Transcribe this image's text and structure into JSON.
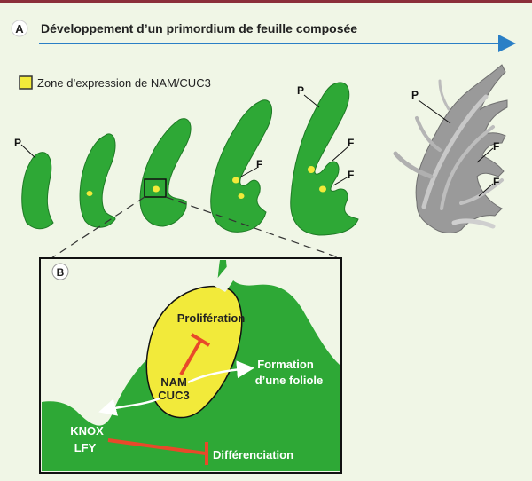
{
  "panel_a": {
    "letter": "A",
    "title": "Développement d’un primordium de feuille composée",
    "legend": "Zone d’expression de NAM/CUC3",
    "labels": {
      "p1": "P",
      "p_large": "P",
      "p_photo": "P",
      "f1": "F",
      "f2": "F",
      "f3": "F",
      "f_photo1": "F",
      "f_photo2": "F"
    }
  },
  "panel_b": {
    "letter": "B",
    "proliferation": "Prolifération",
    "nam": "NAM",
    "cuc3": "CUC3",
    "formation_line1": "Formation",
    "formation_line2": "d’une foliole",
    "knox": "KNOX",
    "lfy": "LFY",
    "differenciation": "Différenciation"
  },
  "colors": {
    "leaf_green": "#2ea836",
    "expression_yellow": "#f2ea3a",
    "inhibition_red": "#e8492a",
    "arrow_blue": "#2a7fc6",
    "header_line": "#8b2f3a"
  }
}
